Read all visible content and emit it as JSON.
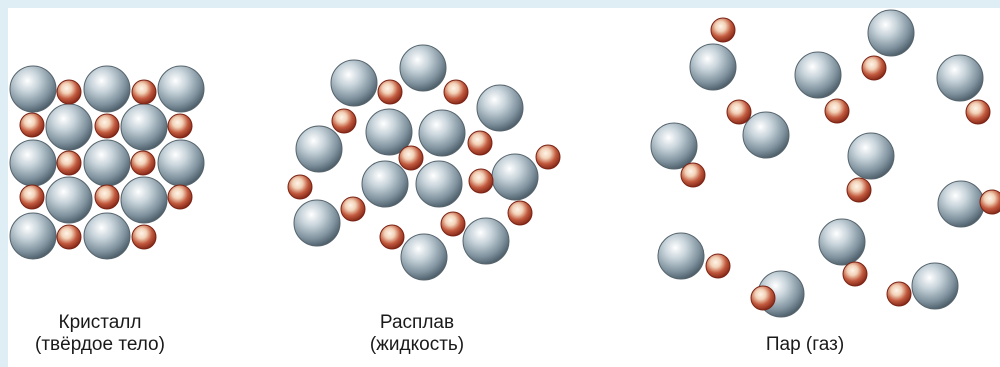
{
  "panels": {
    "crystal": {
      "line1": "Кристалл",
      "line2": "(твёрдое тело)"
    },
    "melt": {
      "line1": "Расплав",
      "line2": "(жидкость)"
    },
    "vapor": {
      "line1": "Пар (газ)"
    }
  },
  "colors": {
    "background": "#deeef4",
    "large_atom": "#8d9ea9",
    "small_atom": "#c0503a"
  }
}
